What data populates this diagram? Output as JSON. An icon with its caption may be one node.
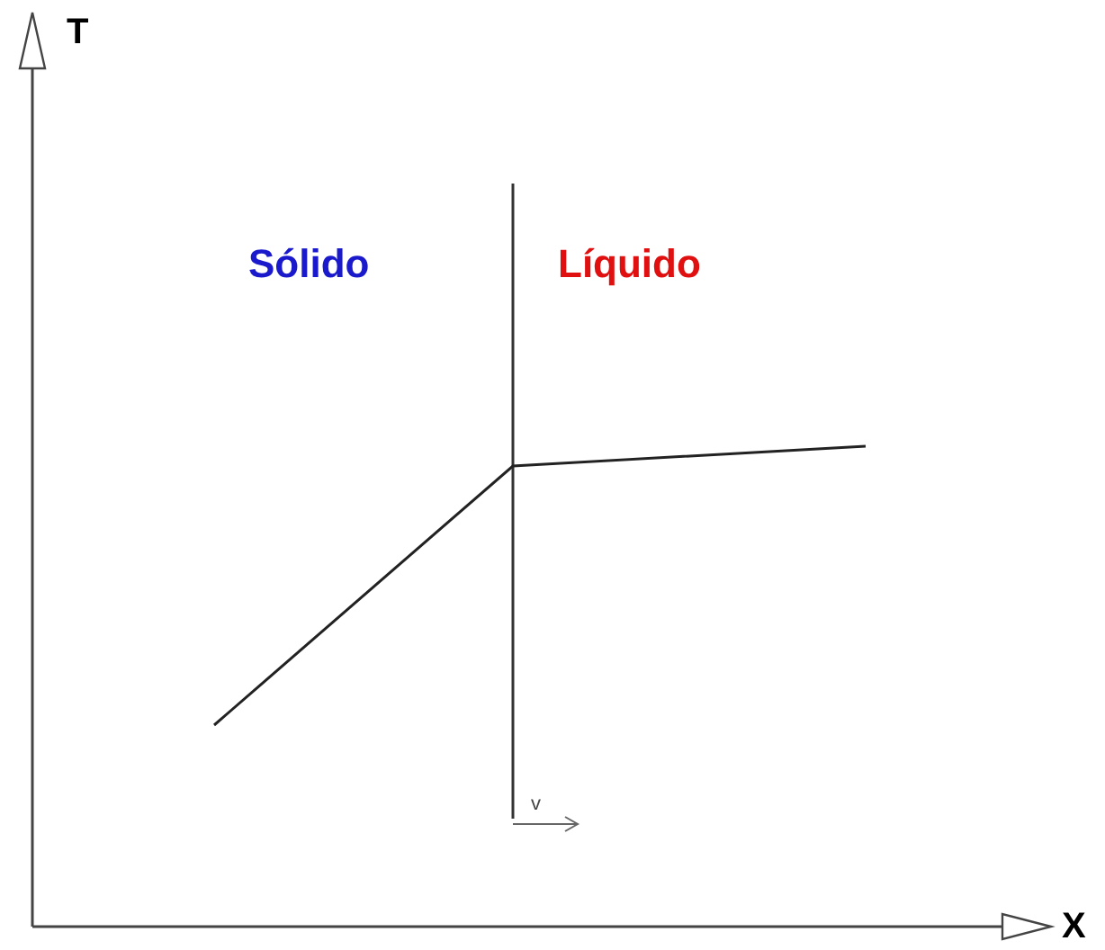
{
  "diagram": {
    "labels": [
      "T",
      "Sólido",
      "Líquido",
      "v",
      "X"
    ]
  }
}
